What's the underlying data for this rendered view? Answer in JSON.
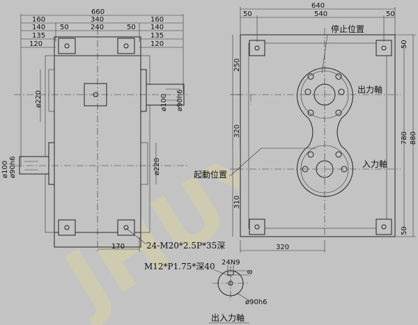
{
  "watermark": "JHUYU",
  "left_view": {
    "dims_top": [
      "660",
      "160",
      "340",
      "140",
      "240",
      "135",
      "50",
      "50",
      "120",
      "160",
      "140",
      "135",
      "120"
    ],
    "dims_side": [
      "ø220",
      "ø220",
      "ø100",
      "ø90h6",
      "ø100",
      "ø90h6"
    ],
    "dim_bottom": "170",
    "bolt_note": "24-M20*2.5P*35深"
  },
  "right_view": {
    "dims_top": [
      "640",
      "50",
      "540",
      "50"
    ],
    "dims_left": [
      "250",
      "320",
      "310"
    ],
    "dims_right": [
      "50",
      "780",
      "880",
      "50"
    ],
    "dim_bottom": "320",
    "label_stop": "停止位置",
    "label_output": "出力軸",
    "label_start": "起動位置",
    "label_input": "入力軸"
  },
  "detail": {
    "thread_note": "M12*P1.75*深40",
    "key_dim": "24N9",
    "depth_dim": "8",
    "shaft_dim": "ø90h6",
    "caption": "出入力軸"
  }
}
